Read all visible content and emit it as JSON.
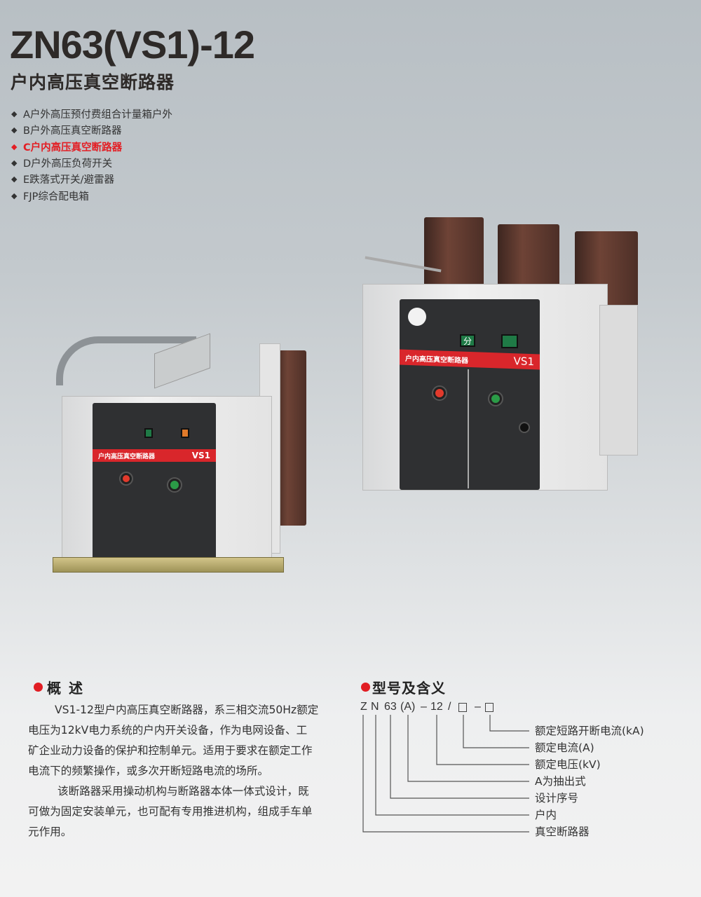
{
  "header": {
    "title": "ZN63(VS1)-12",
    "subtitle": "户内高压真空断路器"
  },
  "categories": [
    {
      "label": "A户外高压预付费组合计量箱户外",
      "active": false
    },
    {
      "label": "B户外高压真空断路器",
      "active": false
    },
    {
      "label": "C户内高压真空断路器",
      "active": true
    },
    {
      "label": "D户外高压负荷开关",
      "active": false
    },
    {
      "label": "E跌落式开关/避雷器",
      "active": false
    },
    {
      "label": "FJP综合配电箱",
      "active": false
    }
  ],
  "product": {
    "panel_band": "户内高压真空断路器",
    "model_badge": "VS1",
    "open_indicator": "分"
  },
  "overview": {
    "heading": "概 述",
    "lines": [
      "VS1-12型户内高压真空断路器，系三相交流50Hz额定",
      "电压为12kV电力系统的户内开关设备，作为电网设备、工",
      "矿企业动力设备的保护和控制单元。适用于要求在额定工作",
      "电流下的频繁操作，或多次开断短路电流的场所。",
      "该断路器采用操动机构与断路器本体一体式设计，既",
      "可做为固定安装单元，也可配有专用推进机构，组成手车单",
      "元作用。"
    ]
  },
  "model": {
    "heading": "型号及含义",
    "code": [
      "Z",
      "N",
      "63",
      "(A)",
      "–",
      "12",
      "/",
      "–"
    ],
    "meanings": [
      "额定短路开断电流(kA)",
      "额定电流(A)",
      "额定电压(kV)",
      "A为抽出式",
      "设计序号",
      "户内",
      "真空断路器"
    ]
  },
  "colors": {
    "accent": "#e31e24",
    "text": "#333333"
  }
}
